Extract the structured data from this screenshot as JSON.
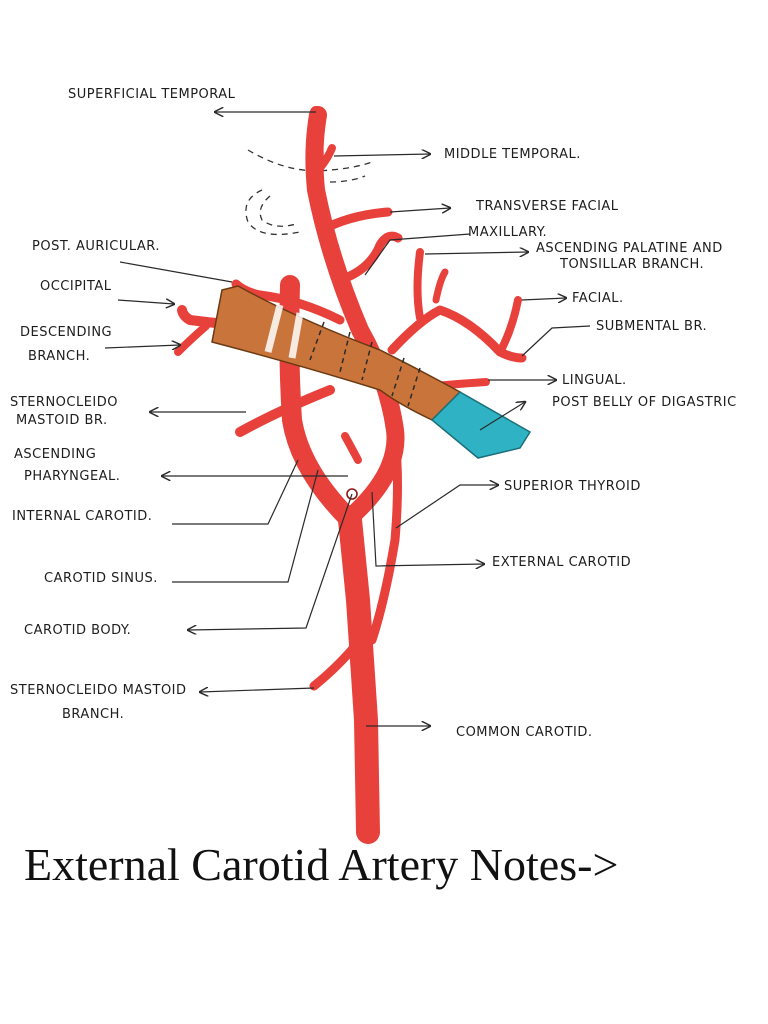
{
  "caption": "External Carotid Artery Notes->",
  "labels": {
    "superficial_temporal": "SUPERFICIAL TEMPORAL",
    "middle_temporal": "MIDDLE TEMPORAL.",
    "transverse_facial": "TRANSVERSE FACIAL",
    "maxillary": "MAXILLARY.",
    "ascending_palatine_1": "ASCENDING PALATINE AND",
    "ascending_palatine_2": "TONSILLAR BRANCH.",
    "post_auricular": "POST. AURICULAR.",
    "occipital": "OCCIPITAL",
    "facial": "FACIAL.",
    "descending_branch_1": "DESCENDING",
    "descending_branch_2": "BRANCH.",
    "submental": "SUBMENTAL BR.",
    "lingual": "LINGUAL.",
    "sternocleido_1": "STERNOCLEIDO",
    "sternocleido_2": "MASTOID BR.",
    "post_belly_digastric": "POST BELLY OF DIGASTRIC",
    "ascending_pharyngeal_1": "ASCENDING",
    "ascending_pharyngeal_2": "PHARYNGEAL.",
    "superior_thyroid": "SUPERIOR THYROID",
    "internal_carotid": "INTERNAL CAROTID.",
    "external_carotid": "EXTERNAL CAROTID",
    "carotid_sinus": "CAROTID SINUS.",
    "carotid_body": "CAROTID BODY.",
    "sternocleidomastoid_lower_1": "STERNOCLEIDO MASTOID",
    "sternocleidomastoid_lower_2": "BRANCH.",
    "common_carotid": "COMMON CAROTID."
  },
  "colors": {
    "artery": "#e8413c",
    "muscle": "#c8743a",
    "digastric_tip": "#2fb3c4",
    "ink": "#1d1d1d"
  }
}
